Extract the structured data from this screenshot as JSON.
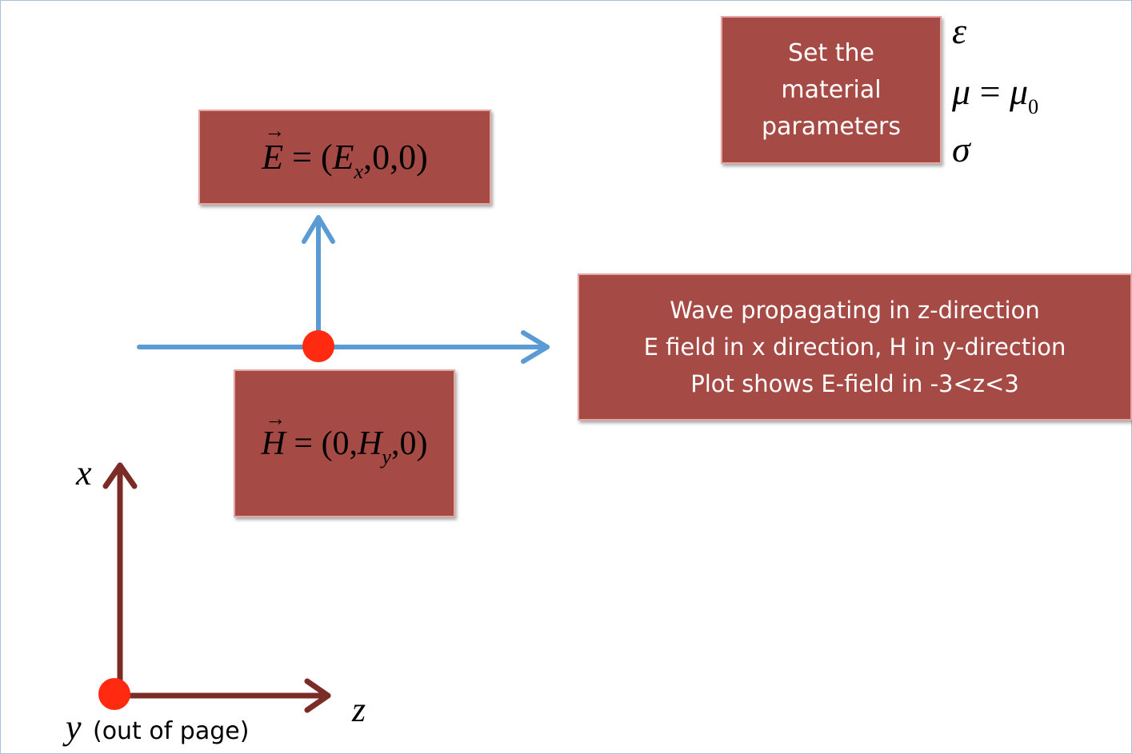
{
  "material_box": {
    "lines": [
      "Set the",
      "material",
      "parameters"
    ]
  },
  "material_params": {
    "epsilon": "ε",
    "mu": "μ",
    "equals": "=",
    "mu0_base": "μ",
    "mu0_sub": "0",
    "sigma": "σ"
  },
  "e_field_box": {
    "symbol": "E",
    "eq": "=",
    "open": "(",
    "comp": "E",
    "comp_sub": "x",
    "rest": ",0,0)"
  },
  "h_field_box": {
    "symbol": "H",
    "eq": "=",
    "open": "(0,",
    "comp": "H",
    "comp_sub": "y",
    "rest": ",0)"
  },
  "description_box": {
    "lines": [
      "Wave propagating in z-direction",
      "E field in x direction, H in y-direction",
      "Plot shows E-field in -3<z<3"
    ]
  },
  "axes": {
    "x_label": "x",
    "z_label": "z",
    "y_label": "y",
    "y_note": "(out of page)"
  },
  "colors": {
    "box_fill": "#a54a45",
    "box_border": "#e6a7a3",
    "field_arrow": "#5b9bd5",
    "axis_arrow": "#7b2c27",
    "dot": "#ff2a10"
  }
}
